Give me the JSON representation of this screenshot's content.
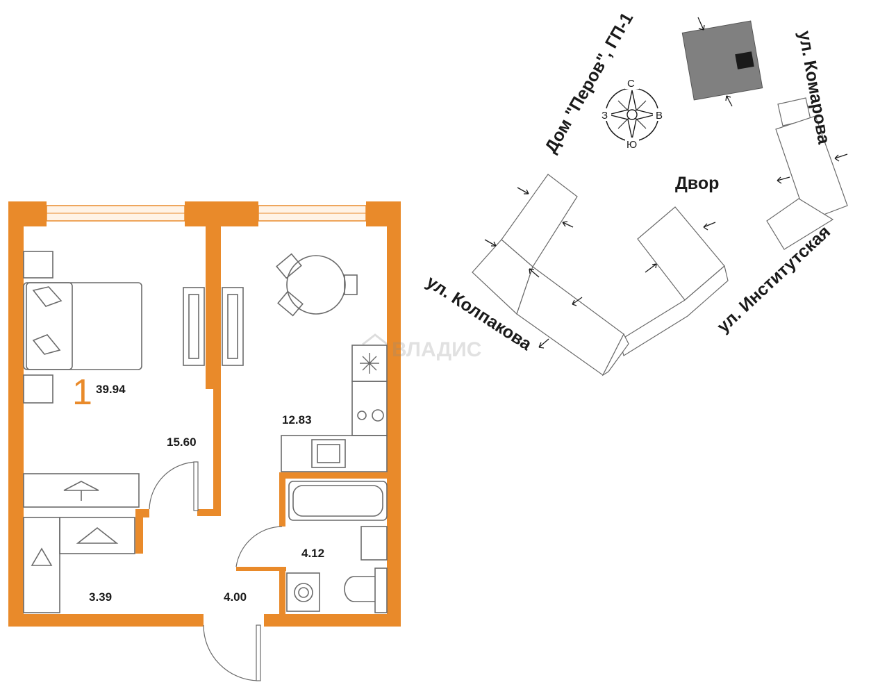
{
  "rooms_count": "1",
  "total_area": "39.94",
  "rooms": {
    "living_area": "15.60",
    "kitchen_area": "12.83",
    "bathroom_area": "4.12",
    "hall_area": "4.00",
    "wardrobe_area": "3.39"
  },
  "site_plan": {
    "building_label": "Дом \"Перов\", ГП-1",
    "yard_label": "Двор",
    "street_kolpakova": "ул. Колпакова",
    "street_institutskaya": "ул. Институтская",
    "street_komarova": "ул. Комарова"
  },
  "compass": {
    "north": "С",
    "south": "Ю",
    "west": "З",
    "east": "В"
  },
  "watermark": "ВЛАДИС",
  "colors": {
    "wall": "#e98a2a",
    "furniture": "#6a6a6a",
    "highlighted_building": "#808080"
  }
}
